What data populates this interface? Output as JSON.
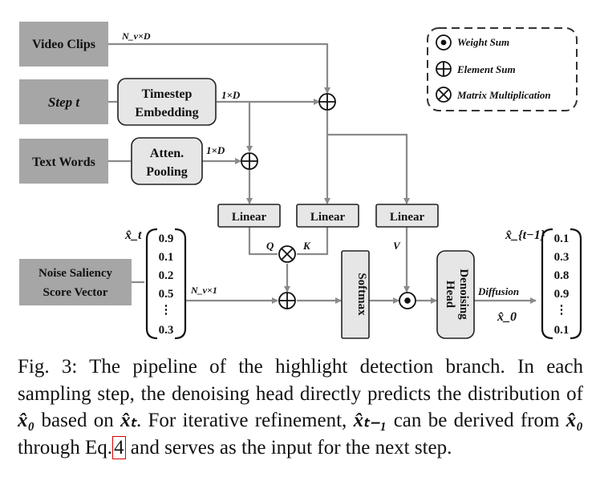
{
  "inputs": {
    "video_clips": "Video Clips",
    "step": "Step t",
    "text_words": "Text Words",
    "noise": [
      "Noise Saliency",
      "Score Vector"
    ]
  },
  "modules": {
    "timestep_embedding": [
      "Timestep",
      "Embedding"
    ],
    "atten_pooling": [
      "Atten.",
      "Pooling"
    ],
    "linear": "Linear",
    "softmax": "Softmax",
    "denoising_head": [
      "Denoising",
      "Head"
    ]
  },
  "dims": {
    "video": "N_v×D",
    "timestep": "1×D",
    "text": "1×D",
    "noise": "N_v×1"
  },
  "qkv": {
    "q": "Q",
    "k": "K",
    "v": "V"
  },
  "legend": {
    "weight_sum": "Weight Sum",
    "element_sum": "Element Sum",
    "matrix_mul": "Matrix Multiplication"
  },
  "vectors": {
    "x_t_label": "x̂_t",
    "x_t": [
      "0.9",
      "0.1",
      "0.2",
      "0.5",
      "⋮",
      "0.3"
    ],
    "x_tm1_label": "x̂_{t−1}",
    "x_tm1": [
      "0.1",
      "0.3",
      "0.8",
      "0.9",
      "⋮",
      "0.1"
    ],
    "x0_label": "x̂_0"
  },
  "diffusion_label": "Diffusion",
  "caption": {
    "p1": "Fig. 3: The pipeline of the highlight detection branch. In each sampling step, the denoising head directly predicts the distribution of ",
    "x0": "x̂₀",
    "p2": " based on ",
    "xt": "x̂ₜ",
    "p3": ". For iterative refinement, ",
    "xtm1": "x̂ₜ₋₁",
    "p4": " can be derived from ",
    "x0b": "x̂₀",
    "p5": " through Eq.",
    "eq_ref": "4",
    "p6": " and serves as the input for the next step."
  }
}
